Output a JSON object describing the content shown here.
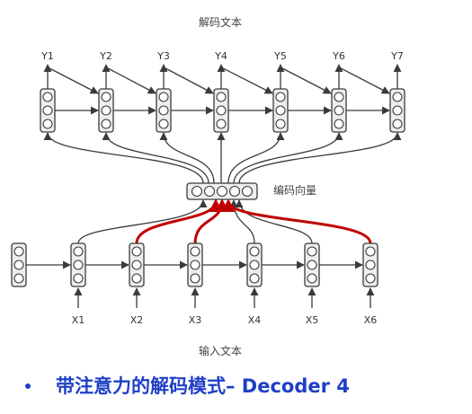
{
  "diagram": {
    "top_title": "解码文本",
    "bottom_title": "输入文本",
    "context_label": "编码向量",
    "outputs": [
      "Y1",
      "Y2",
      "Y3",
      "Y4",
      "Y5",
      "Y6",
      "Y7"
    ],
    "inputs": [
      "X1",
      "X2",
      "X3",
      "X4",
      "X5",
      "X6"
    ]
  },
  "caption": {
    "bullet": "•",
    "text": "带注意力的解码模式– Decoder 4"
  },
  "colors": {
    "line": "#3a3a3a",
    "attention": "#c00000",
    "caption": "#1f3fc6"
  }
}
